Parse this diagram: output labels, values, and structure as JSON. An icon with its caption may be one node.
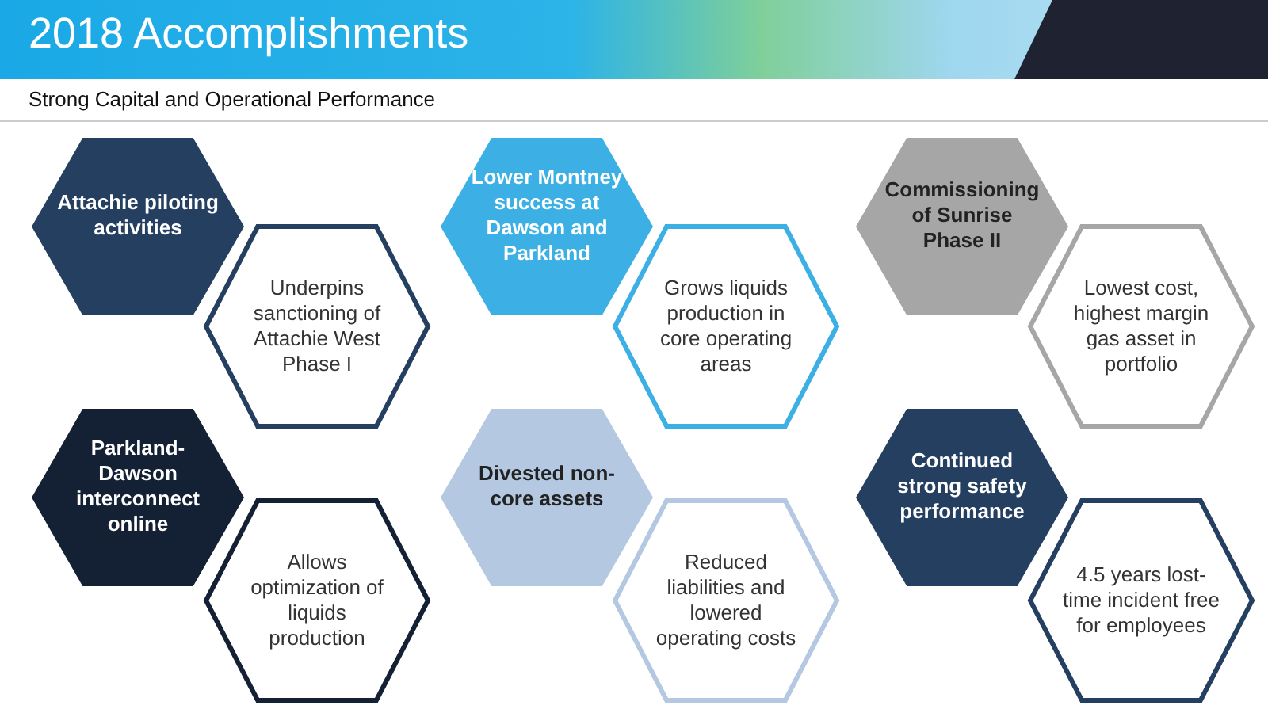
{
  "diagram": {
    "title": "2018 Accomplishments",
    "caption": "Strong Capital and Operational Performance",
    "nodes": [
      {
        "text": [
          "Attachie piloting activities"
        ]
      },
      {
        "text": [
          "Underpins sanctioning of Attachie West Phase I"
        ]
      },
      {
        "text": [
          "Lower Montney success at Dawson and Parkland"
        ]
      },
      {
        "text": [
          "Grows liquids production in core operating areas"
        ]
      },
      {
        "text": [
          "Commissioning of Sunrise Phase II"
        ]
      },
      {
        "text": [
          "Lowest cost, highest margin gas asset in portfolio"
        ]
      },
      {
        "text": [
          "Parkland-Dawson interconnect online"
        ]
      },
      {
        "text": [
          "Allows optimization of liquids production"
        ]
      },
      {
        "text": [
          "Divested non-core assets"
        ]
      },
      {
        "text": [
          "Reduced liabilities and lowered operating costs"
        ]
      },
      {
        "text": [
          "Continued strong safety performance"
        ]
      },
      {
        "text": [
          "4.5 years lost-time incident free for employees"
        ]
      }
    ]
  }
}
